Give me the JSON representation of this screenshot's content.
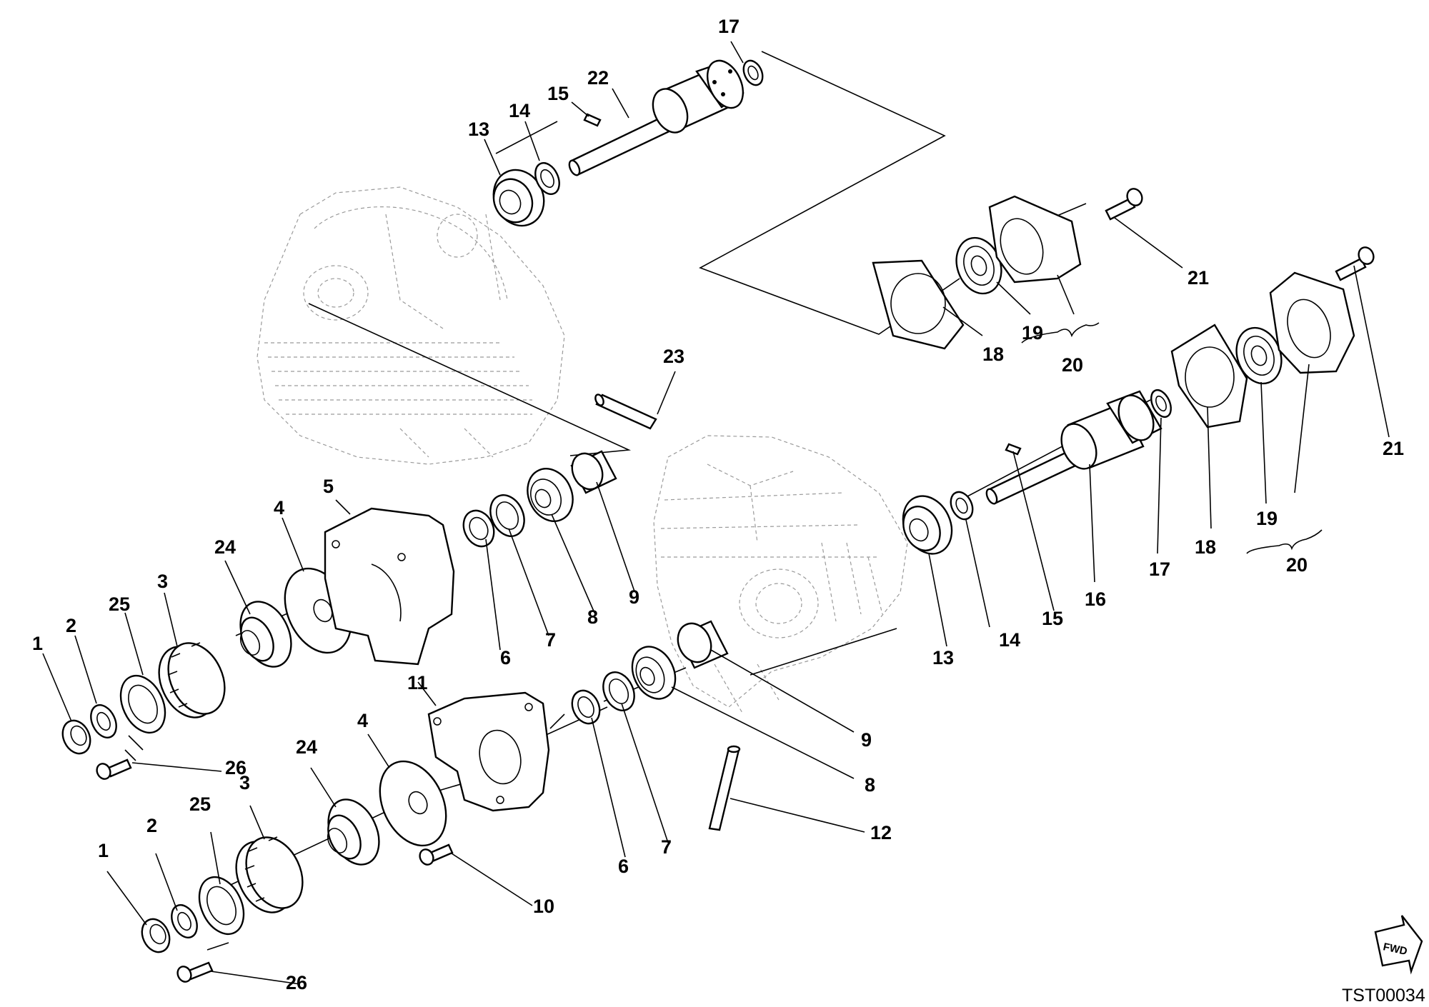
{
  "diagram": {
    "code": "TST00034",
    "fwd_label": "FWD",
    "callouts": [
      {
        "id": "c17a",
        "text": "17"
      },
      {
        "id": "c22",
        "text": "22"
      },
      {
        "id": "c15a",
        "text": "15"
      },
      {
        "id": "c14a",
        "text": "14"
      },
      {
        "id": "c13a",
        "text": "13"
      },
      {
        "id": "c21a",
        "text": "21"
      },
      {
        "id": "c18a",
        "text": "18"
      },
      {
        "id": "c19a",
        "text": "19"
      },
      {
        "id": "c20a",
        "text": "20"
      },
      {
        "id": "c21b",
        "text": "21"
      },
      {
        "id": "c23",
        "text": "23"
      },
      {
        "id": "c5",
        "text": "5"
      },
      {
        "id": "c4a",
        "text": "4"
      },
      {
        "id": "c24a",
        "text": "24"
      },
      {
        "id": "c3a",
        "text": "3"
      },
      {
        "id": "c25a",
        "text": "25"
      },
      {
        "id": "c2a",
        "text": "2"
      },
      {
        "id": "c1a",
        "text": "1"
      },
      {
        "id": "c26a",
        "text": "26"
      },
      {
        "id": "c6a",
        "text": "6"
      },
      {
        "id": "c7a",
        "text": "7"
      },
      {
        "id": "c8a",
        "text": "8"
      },
      {
        "id": "c9a",
        "text": "9"
      },
      {
        "id": "c11",
        "text": "11"
      },
      {
        "id": "c4b",
        "text": "4"
      },
      {
        "id": "c24b",
        "text": "24"
      },
      {
        "id": "c3b",
        "text": "3"
      },
      {
        "id": "c25b",
        "text": "25"
      },
      {
        "id": "c2b",
        "text": "2"
      },
      {
        "id": "c1b",
        "text": "1"
      },
      {
        "id": "c26b",
        "text": "26"
      },
      {
        "id": "c10",
        "text": "10"
      },
      {
        "id": "c6b",
        "text": "6"
      },
      {
        "id": "c7b",
        "text": "7"
      },
      {
        "id": "c8b",
        "text": "8"
      },
      {
        "id": "c9b",
        "text": "9"
      },
      {
        "id": "c12",
        "text": "12"
      },
      {
        "id": "c13b",
        "text": "13"
      },
      {
        "id": "c14b",
        "text": "14"
      },
      {
        "id": "c15b",
        "text": "15"
      },
      {
        "id": "c16",
        "text": "16"
      },
      {
        "id": "c17b",
        "text": "17"
      },
      {
        "id": "c18b",
        "text": "18"
      },
      {
        "id": "c19b",
        "text": "19"
      },
      {
        "id": "c20b",
        "text": "20"
      }
    ]
  }
}
